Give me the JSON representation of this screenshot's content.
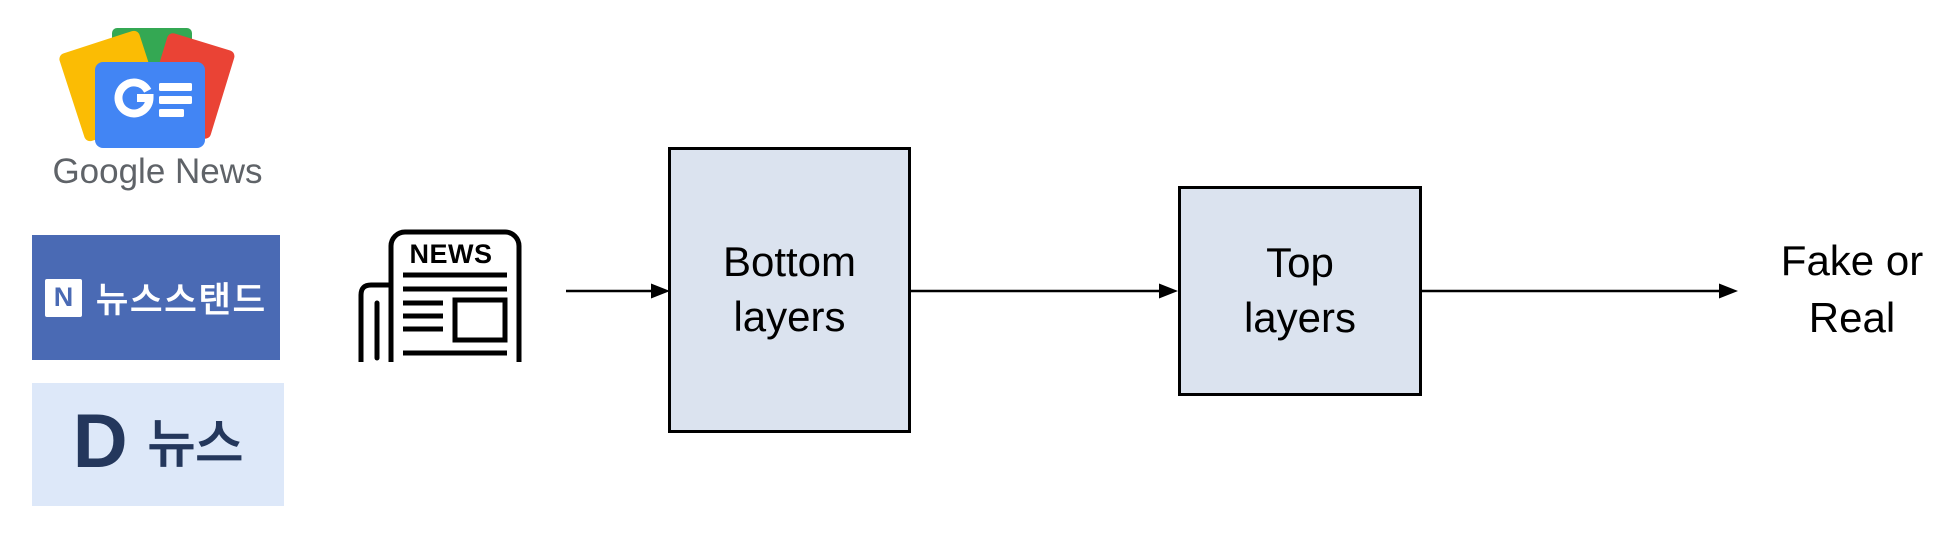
{
  "page": {
    "background": "#ffffff"
  },
  "sources": {
    "google_news": {
      "label": "Google News",
      "label_color": "#5f6368",
      "logo_colors": {
        "blue": "#4285f4",
        "red": "#ea4335",
        "yellow": "#fbbc04",
        "green": "#34a853"
      }
    },
    "naver_newsstand": {
      "badge_letter": "N",
      "label": "뉴스스탠드",
      "background": "#4a6ab4",
      "text_color": "#ffffff"
    },
    "daum_news": {
      "badge_letter": "D",
      "label": "뉴스",
      "background": "#dde8f9",
      "text_color": "#24375c"
    }
  },
  "input": {
    "icon": "newspaper-icon",
    "icon_text": "NEWS"
  },
  "pipeline": {
    "node_fill": "#dbe3ef",
    "node_border": "#000000",
    "arrow_color": "#000000",
    "nodes": [
      {
        "id": "bottom-layers",
        "label": "Bottom\nlayers"
      },
      {
        "id": "top-layers",
        "label": "Top\nlayers"
      }
    ],
    "output_label": "Fake or\nReal"
  }
}
